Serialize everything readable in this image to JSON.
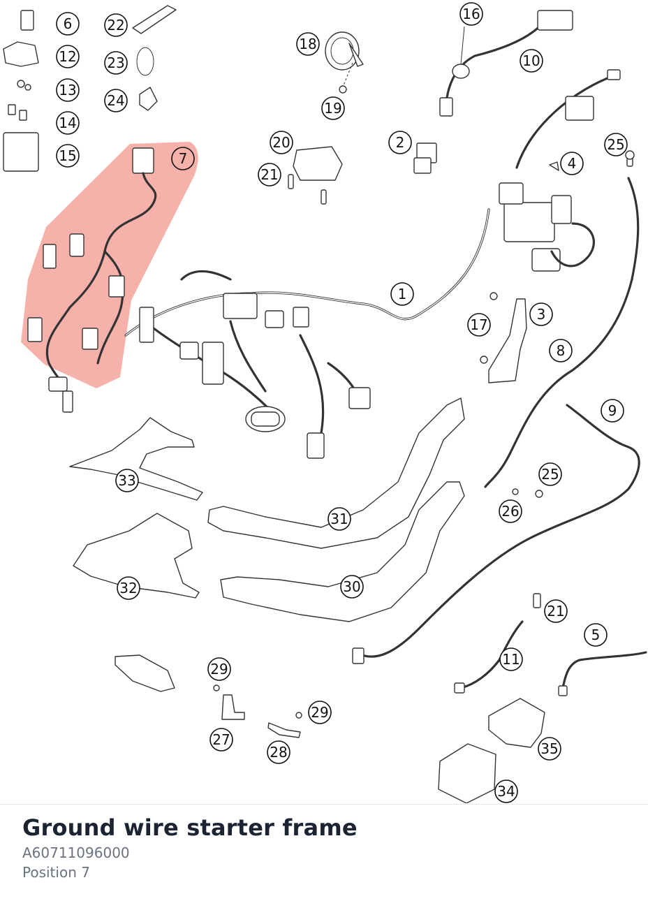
{
  "diagram": {
    "callouts": [
      "1",
      "2",
      "3",
      "4",
      "5",
      "6",
      "7",
      "8",
      "9",
      "10",
      "11",
      "12",
      "13",
      "14",
      "15",
      "16",
      "17",
      "18",
      "19",
      "20",
      "21",
      "21",
      "22",
      "23",
      "24",
      "25",
      "25",
      "26",
      "27",
      "28",
      "29",
      "29",
      "30",
      "31",
      "32",
      "33",
      "34",
      "35"
    ],
    "highlight_color": "#f4a39b",
    "highlighted_position": "7"
  },
  "part": {
    "title": "Ground wire starter frame",
    "number": "A60711096000",
    "position_label": "Position 7"
  }
}
